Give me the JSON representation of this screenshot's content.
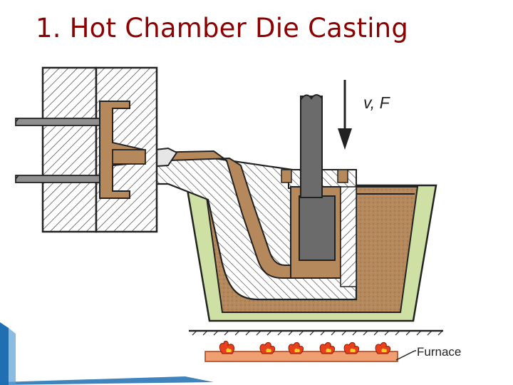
{
  "slide": {
    "title": "1. Hot Chamber Die Casting"
  },
  "diagram": {
    "labels": {
      "force": "v, F",
      "furnace": "Furnace"
    },
    "colors": {
      "title": "#8b0000",
      "die": "#a9a9a9",
      "molten_metal": "#b5895c",
      "refractory": "#cfe0a4",
      "plunger": "#6b6b6b",
      "fire": "#e8401c",
      "heater_plate": "#f0a070",
      "accent_blue": "#1f6fb2"
    },
    "icons": [
      "arrow-down-icon",
      "flame-icon"
    ]
  }
}
